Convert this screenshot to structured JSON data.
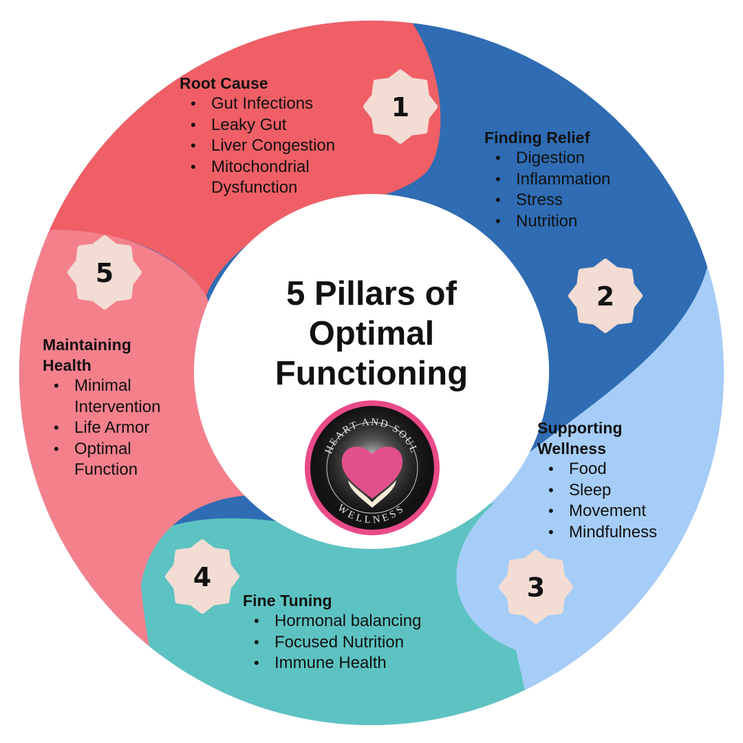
{
  "center": {
    "title_lines": [
      "5 Pillars of",
      "Optimal",
      "Functioning"
    ]
  },
  "logo": {
    "top_text": "HEART AND SOUL",
    "bottom_text": "WELLNESS",
    "ring_color": "#e94a88",
    "heart_color": "#e2508b"
  },
  "colors": {
    "pillar1": "#f05f66",
    "pillar2": "#2f6cb3",
    "pillar3": "#a5cdf8",
    "pillar4": "#5dc3c2",
    "pillar5": "#f4808c",
    "badge": "#f2dcd3"
  },
  "pillars": [
    {
      "number": "1",
      "heading": "Root Cause",
      "items": [
        "Gut Infections",
        "Leaky Gut",
        "Liver Congestion",
        "Mitochondrial\nDysfunction"
      ]
    },
    {
      "number": "2",
      "heading": "Finding Relief",
      "items": [
        "Digestion",
        "Inflammation",
        "Stress",
        "Nutrition"
      ]
    },
    {
      "number": "3",
      "heading": "Supporting\nWellness",
      "items": [
        "Food",
        "Sleep",
        "Movement",
        "Mindfulness"
      ]
    },
    {
      "number": "4",
      "heading": "Fine Tuning",
      "items": [
        "Hormonal balancing",
        "Focused Nutrition",
        "Immune Health"
      ]
    },
    {
      "number": "5",
      "heading": "Maintaining\nHealth",
      "items": [
        "Minimal\nIntervention",
        "Life Armor",
        "Optimal\nFunction"
      ]
    }
  ]
}
